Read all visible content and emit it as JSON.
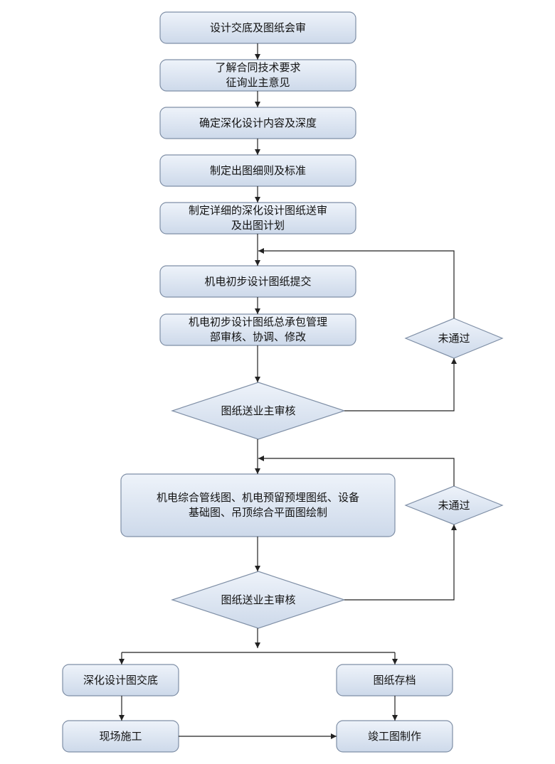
{
  "colors": {
    "box_fill_top": "#eef3fa",
    "box_fill_bottom": "#cdd9ea",
    "box_stroke": "#7f8fa6",
    "line": "#222222"
  },
  "steps": {
    "design_disclosure": "设计交底及图纸会审",
    "understand_contract": "了解合同技术要求\n征询业主意见",
    "determine_content": "确定深化设计内容及深度",
    "drawing_rules": "制定出图细则及标准",
    "submission_plan": "制定详细的深化设计图纸送审\n及出图计划",
    "preliminary_submit": "机电初步设计图纸提交",
    "gc_review": "机电初步设计图纸总承包管理\n部审核、协调、修改",
    "owner_review_1": "图纸送业主审核",
    "not_passed_1": "未通过",
    "integrated_drawings": "机电综合管线图、机电预留预埋图纸、设备\n基础图、吊顶综合平面图绘制",
    "not_passed_2": "未通过",
    "owner_review_2": "图纸送业主审核",
    "deepened_disclosure": "深化设计图交底",
    "drawing_archive": "图纸存档",
    "site_construction": "现场施工",
    "as_built": "竣工图制作"
  }
}
